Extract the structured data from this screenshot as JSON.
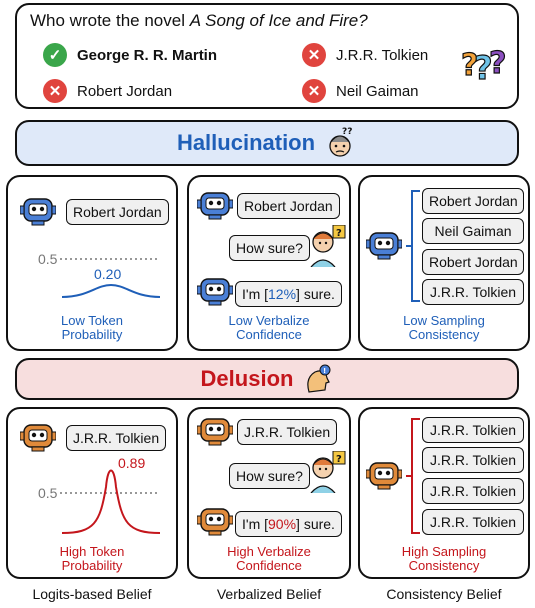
{
  "question": {
    "prefix": "Who wrote the novel ",
    "title": "A Song of Ice and Fire?",
    "options": [
      {
        "label": "George R. R. Martin",
        "correct": true
      },
      {
        "label": "J.R.R. Tolkien",
        "correct": false
      },
      {
        "label": "Robert Jordan",
        "correct": false
      },
      {
        "label": "Neil Gaiman",
        "correct": false
      }
    ]
  },
  "hallucination": {
    "title": "Hallucination",
    "logits": {
      "answer": "Robert Jordan",
      "threshold": "0.5",
      "value": "0.20",
      "caption_line1": "Low Token",
      "caption_line2": "Probability"
    },
    "verbalized": {
      "answer": "Robert Jordan",
      "question": "How sure?",
      "reply_pre": "I'm [",
      "reply_val": "12%",
      "reply_post": "] sure.",
      "caption_line1": "Low Verbalize",
      "caption_line2": "Confidence"
    },
    "consistency": {
      "samples": [
        "Robert Jordan",
        "Neil Gaiman",
        "Robert Jordan",
        "J.R.R. Tolkien"
      ],
      "caption_line1": "Low Sampling",
      "caption_line2": "Consistency"
    }
  },
  "delusion": {
    "title": "Delusion",
    "logits": {
      "answer": "J.R.R. Tolkien",
      "threshold": "0.5",
      "value": "0.89",
      "caption_line1": "High Token",
      "caption_line2": "Probability"
    },
    "verbalized": {
      "answer": "J.R.R. Tolkien",
      "question": "How sure?",
      "reply_pre": "I'm [",
      "reply_val": "90%",
      "reply_post": "] sure.",
      "caption_line1": "High Verbalize",
      "caption_line2": "Confidence"
    },
    "consistency": {
      "samples": [
        "J.R.R. Tolkien",
        "J.R.R. Tolkien",
        "J.R.R. Tolkien",
        "J.R.R. Tolkien"
      ],
      "caption_line1": "High Sampling",
      "caption_line2": "Consistency"
    }
  },
  "footer": [
    "Logits-based Belief",
    "Verbalized Belief",
    "Consistency Belief"
  ],
  "colors": {
    "blue": "#1f5fb8",
    "red": "#c4161c",
    "hallu_bg": "#dfe9f9",
    "delu_bg": "#f7dede",
    "green": "#3aa64a",
    "xred": "#e0443e",
    "robot_blue": "#4a7fd6",
    "robot_orange": "#e08a3a"
  }
}
